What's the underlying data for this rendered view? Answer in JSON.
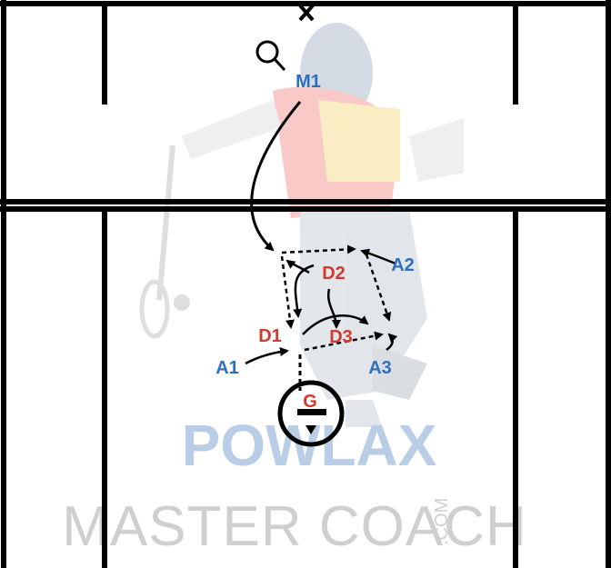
{
  "colors": {
    "field_line": "#000000",
    "offense": "#2f6fc0",
    "defense": "#d23a2e",
    "background": "#ffffff",
    "watermark_blue": "#b9cde6",
    "watermark_gray": "#cfcfcf"
  },
  "players": {
    "m1": "M1",
    "a1": "A1",
    "a2": "A2",
    "a3": "A3",
    "d1": "D1",
    "d2": "D2",
    "d3": "D3",
    "goalie": "G"
  },
  "watermark": {
    "line1": "POWLAX",
    "line2": "MASTER COACH",
    "suffix": ".COM"
  },
  "icons": [
    "ball-icon",
    "goal-icon",
    "lacrosse-player-illustration"
  ]
}
